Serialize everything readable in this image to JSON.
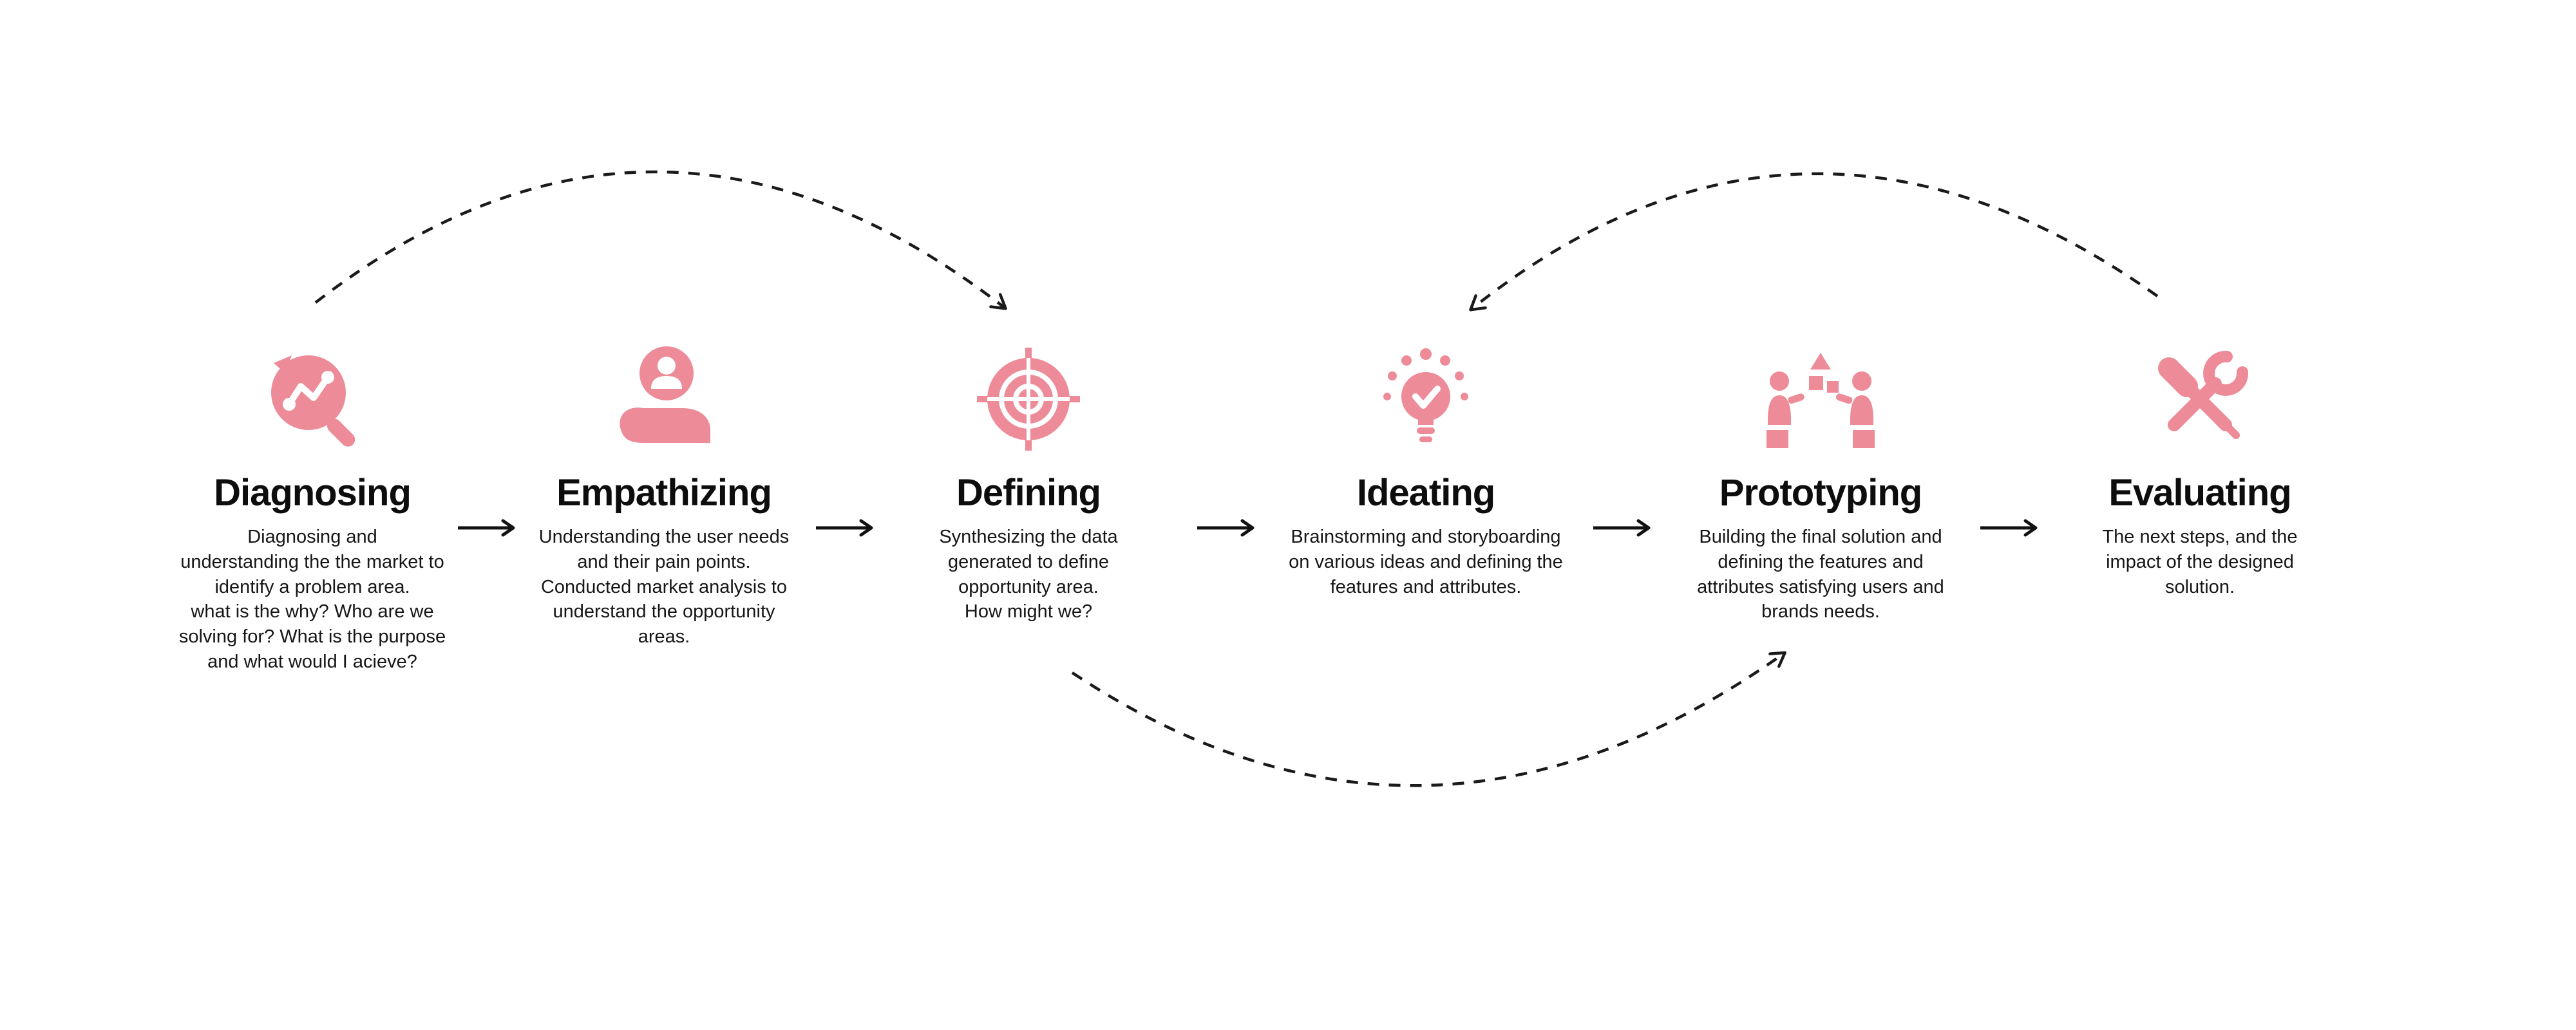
{
  "canvas": {
    "background": "#ffffff",
    "accent": "#ed8b98",
    "text_color": "#161616",
    "line_color": "#1a1a1a"
  },
  "stages": [
    {
      "title": "Diagnosing",
      "icon": "chart-magnifier-icon",
      "description": "Diagnosing and\nunderstanding the the market to\nidentify a problem area.\nwhat is the why? Who are we\nsolving for? What is the purpose\nand what would I acieve?"
    },
    {
      "title": "Empathizing",
      "icon": "person-in-hand-icon",
      "description": "Understanding the user needs\nand their pain points.\nConducted market analysis to\nunderstand the opportunity\nareas."
    },
    {
      "title": "Defining",
      "icon": "target-icon",
      "description": "Synthesizing the data\ngenerated to define\nopportunity area.\nHow might we?"
    },
    {
      "title": "Ideating",
      "icon": "lightbulb-check-icon",
      "description": "Brainstorming and storyboarding\non various ideas and defining the\nfeatures and attributes."
    },
    {
      "title": "Prototyping",
      "icon": "team-blocks-icon",
      "description": "Building the final solution and\ndefining the features and\nattributes satisfying users and\nbrands needs."
    },
    {
      "title": "Evaluating",
      "icon": "crossed-tools-icon",
      "description": "The next steps, and the\nimpact of the designed\nsolution."
    }
  ]
}
